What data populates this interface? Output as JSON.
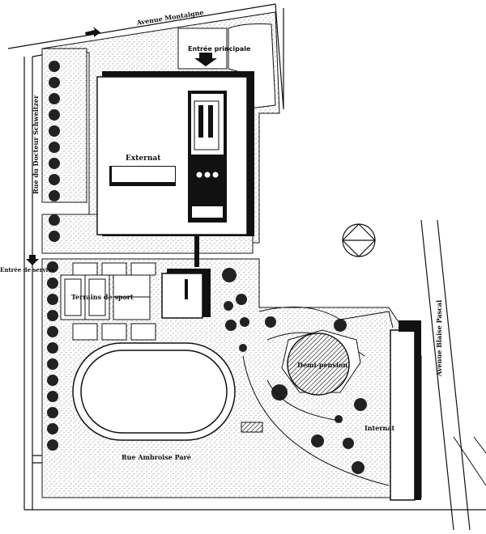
{
  "map": {
    "labels": {
      "avenue_montaigne": "Avenue Montaigne",
      "entree_principale": "Entrée principale",
      "rue_docteur_schweitzer": "Rue du Docteur Schweitzer",
      "externat": "Externat",
      "entree_service": "Entrée de service",
      "terrains_sport": "Terrains de sport",
      "demi_pension": "Demi-pension",
      "internat": "Internat",
      "avenue_blaise_pascal": "Avenue Blaise Pascal",
      "rue_ambroise_pare": "Rue Ambroise Paré"
    },
    "colors": {
      "ink": "#111111",
      "paper": "#ffffff",
      "stipple": "#555555"
    }
  }
}
